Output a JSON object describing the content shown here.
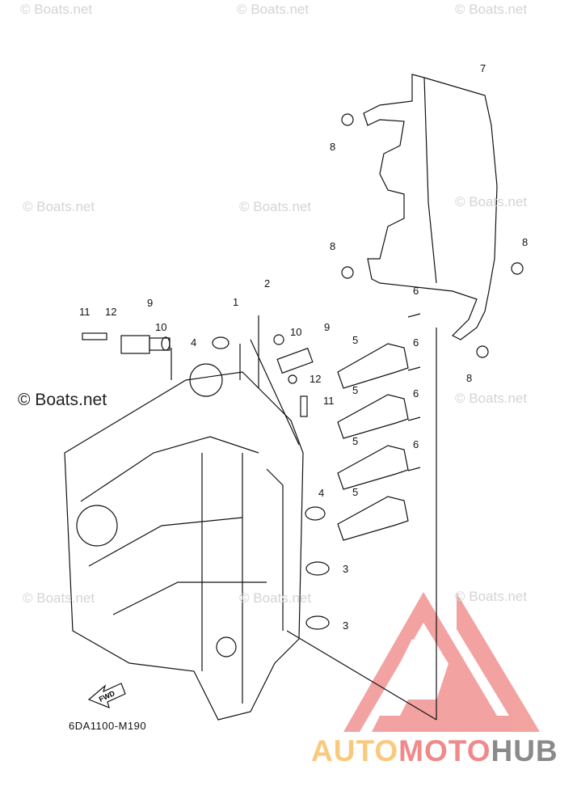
{
  "watermark": "© Boats.net",
  "diagram_code": "6DA1100-M190",
  "fwd_label": "FWD",
  "brand": {
    "part1": "AUTO",
    "part2": "MOTO",
    "part3": "HUB"
  },
  "colors": {
    "brand_orange": "#fbc97c",
    "brand_red": "#f0898a",
    "brand_gray": "#8a8a8a"
  },
  "callouts": [
    "7",
    "8",
    "8",
    "8",
    "8",
    "6",
    "6",
    "6",
    "6",
    "5",
    "5",
    "5",
    "5",
    "1",
    "2",
    "3",
    "3",
    "4",
    "4",
    "9",
    "9",
    "10",
    "10",
    "11",
    "11",
    "12",
    "12"
  ]
}
